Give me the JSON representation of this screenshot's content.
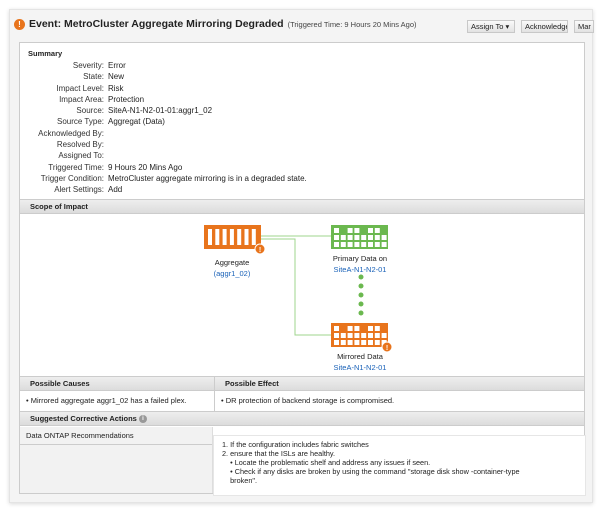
{
  "header": {
    "title": "Event: MetroCluster Aggregate Mirroring Degraded",
    "triggered": "(Triggered Time: 9 Hours 20 Mins Ago)",
    "icon": "error-icon"
  },
  "toolbar": {
    "assign": "Assign To ▾",
    "acknowledge": "Acknowledge",
    "mark": "Mar"
  },
  "summary": {
    "heading": "Summary",
    "fields": [
      {
        "k": "Severity:",
        "v": "Error"
      },
      {
        "k": "State:",
        "v": "New"
      },
      {
        "k": "Impact Level:",
        "v": "Risk"
      },
      {
        "k": "Impact Area:",
        "v": "Protection"
      },
      {
        "k": "Source:",
        "v": "SiteA-N1-N2-01-01:aggr1_02",
        "link": true
      },
      {
        "k": "Source Type:",
        "v": "Aggregat (Data)"
      },
      {
        "k": "Acknowledged By:",
        "v": ""
      },
      {
        "k": "Resolved By:",
        "v": ""
      },
      {
        "k": "Assigned To:",
        "v": ""
      },
      {
        "k": "Triggered Time:",
        "v": "9 Hours 20 Mins Ago"
      },
      {
        "k": "Trigger Condition:",
        "v": "MetroCluster aggregate mirroring is in a degraded state."
      },
      {
        "k": "Alert Settings:",
        "v": "Add",
        "link": true
      }
    ]
  },
  "scope": {
    "heading": "Scope of Impact",
    "aggregate_label": "Aggregate",
    "aggregate_name": "(aggr1_02)",
    "primary_label": "Primary Data on",
    "primary_name": "SiteA-N1-N2-01",
    "mirrored_label": "Mirrored Data",
    "mirrored_name": "SiteA-N1-N2-01",
    "colors": {
      "error": "#e8741c",
      "ok": "#6bb84f"
    }
  },
  "causes": {
    "heading": "Possible Causes",
    "item": "• Mirrored aggregate aggr1_02 has a failed plex."
  },
  "effect": {
    "heading": "Possible Effect",
    "item": "• DR protection of backend storage is compromised."
  },
  "actions": {
    "heading": "Suggested Corrective Actions",
    "tab": "Data ONTAP Recommendations",
    "lines": [
      "1. If the configuration includes fabric switches",
      "2. ensure that the ISLs are healthy.",
      "    • Locate the problematic shelf and address any issues if seen.",
      "    • Check if any disks are broken by using the command \"storage disk show -container-type",
      "    broken\"."
    ]
  }
}
